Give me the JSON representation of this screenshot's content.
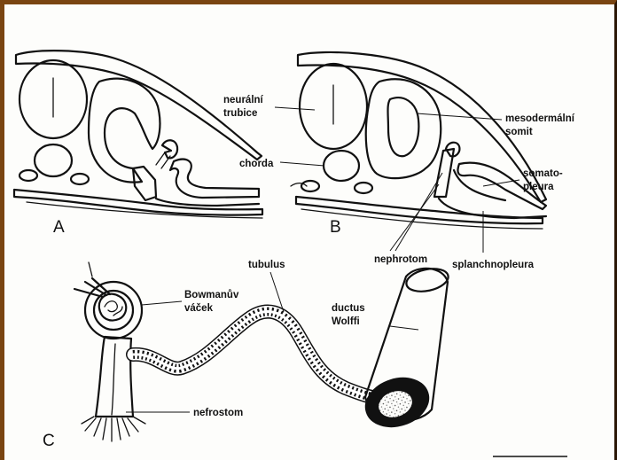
{
  "panels": {
    "a": "A",
    "b": "B",
    "c": "C"
  },
  "labels": {
    "neuralni": "neurální",
    "trubice": "trubice",
    "chorda": "chorda",
    "mesodermalni": "mesodermální",
    "somit": "somit",
    "somato": "somato-",
    "pleura": "pleura",
    "nephrotom": "nephrotom",
    "splanchnopleura": "splanchnopleura",
    "tubulus": "tubulus",
    "bowmanuv": "Bowmanův",
    "vacek": "váček",
    "ductus": "ductus",
    "wolffi": "Wolffi",
    "nefrostom": "nefrostom"
  },
  "colors": {
    "frame": "#7a4512",
    "ink": "#111111",
    "stipple": "#555555",
    "paper": "#fdfdfb"
  }
}
